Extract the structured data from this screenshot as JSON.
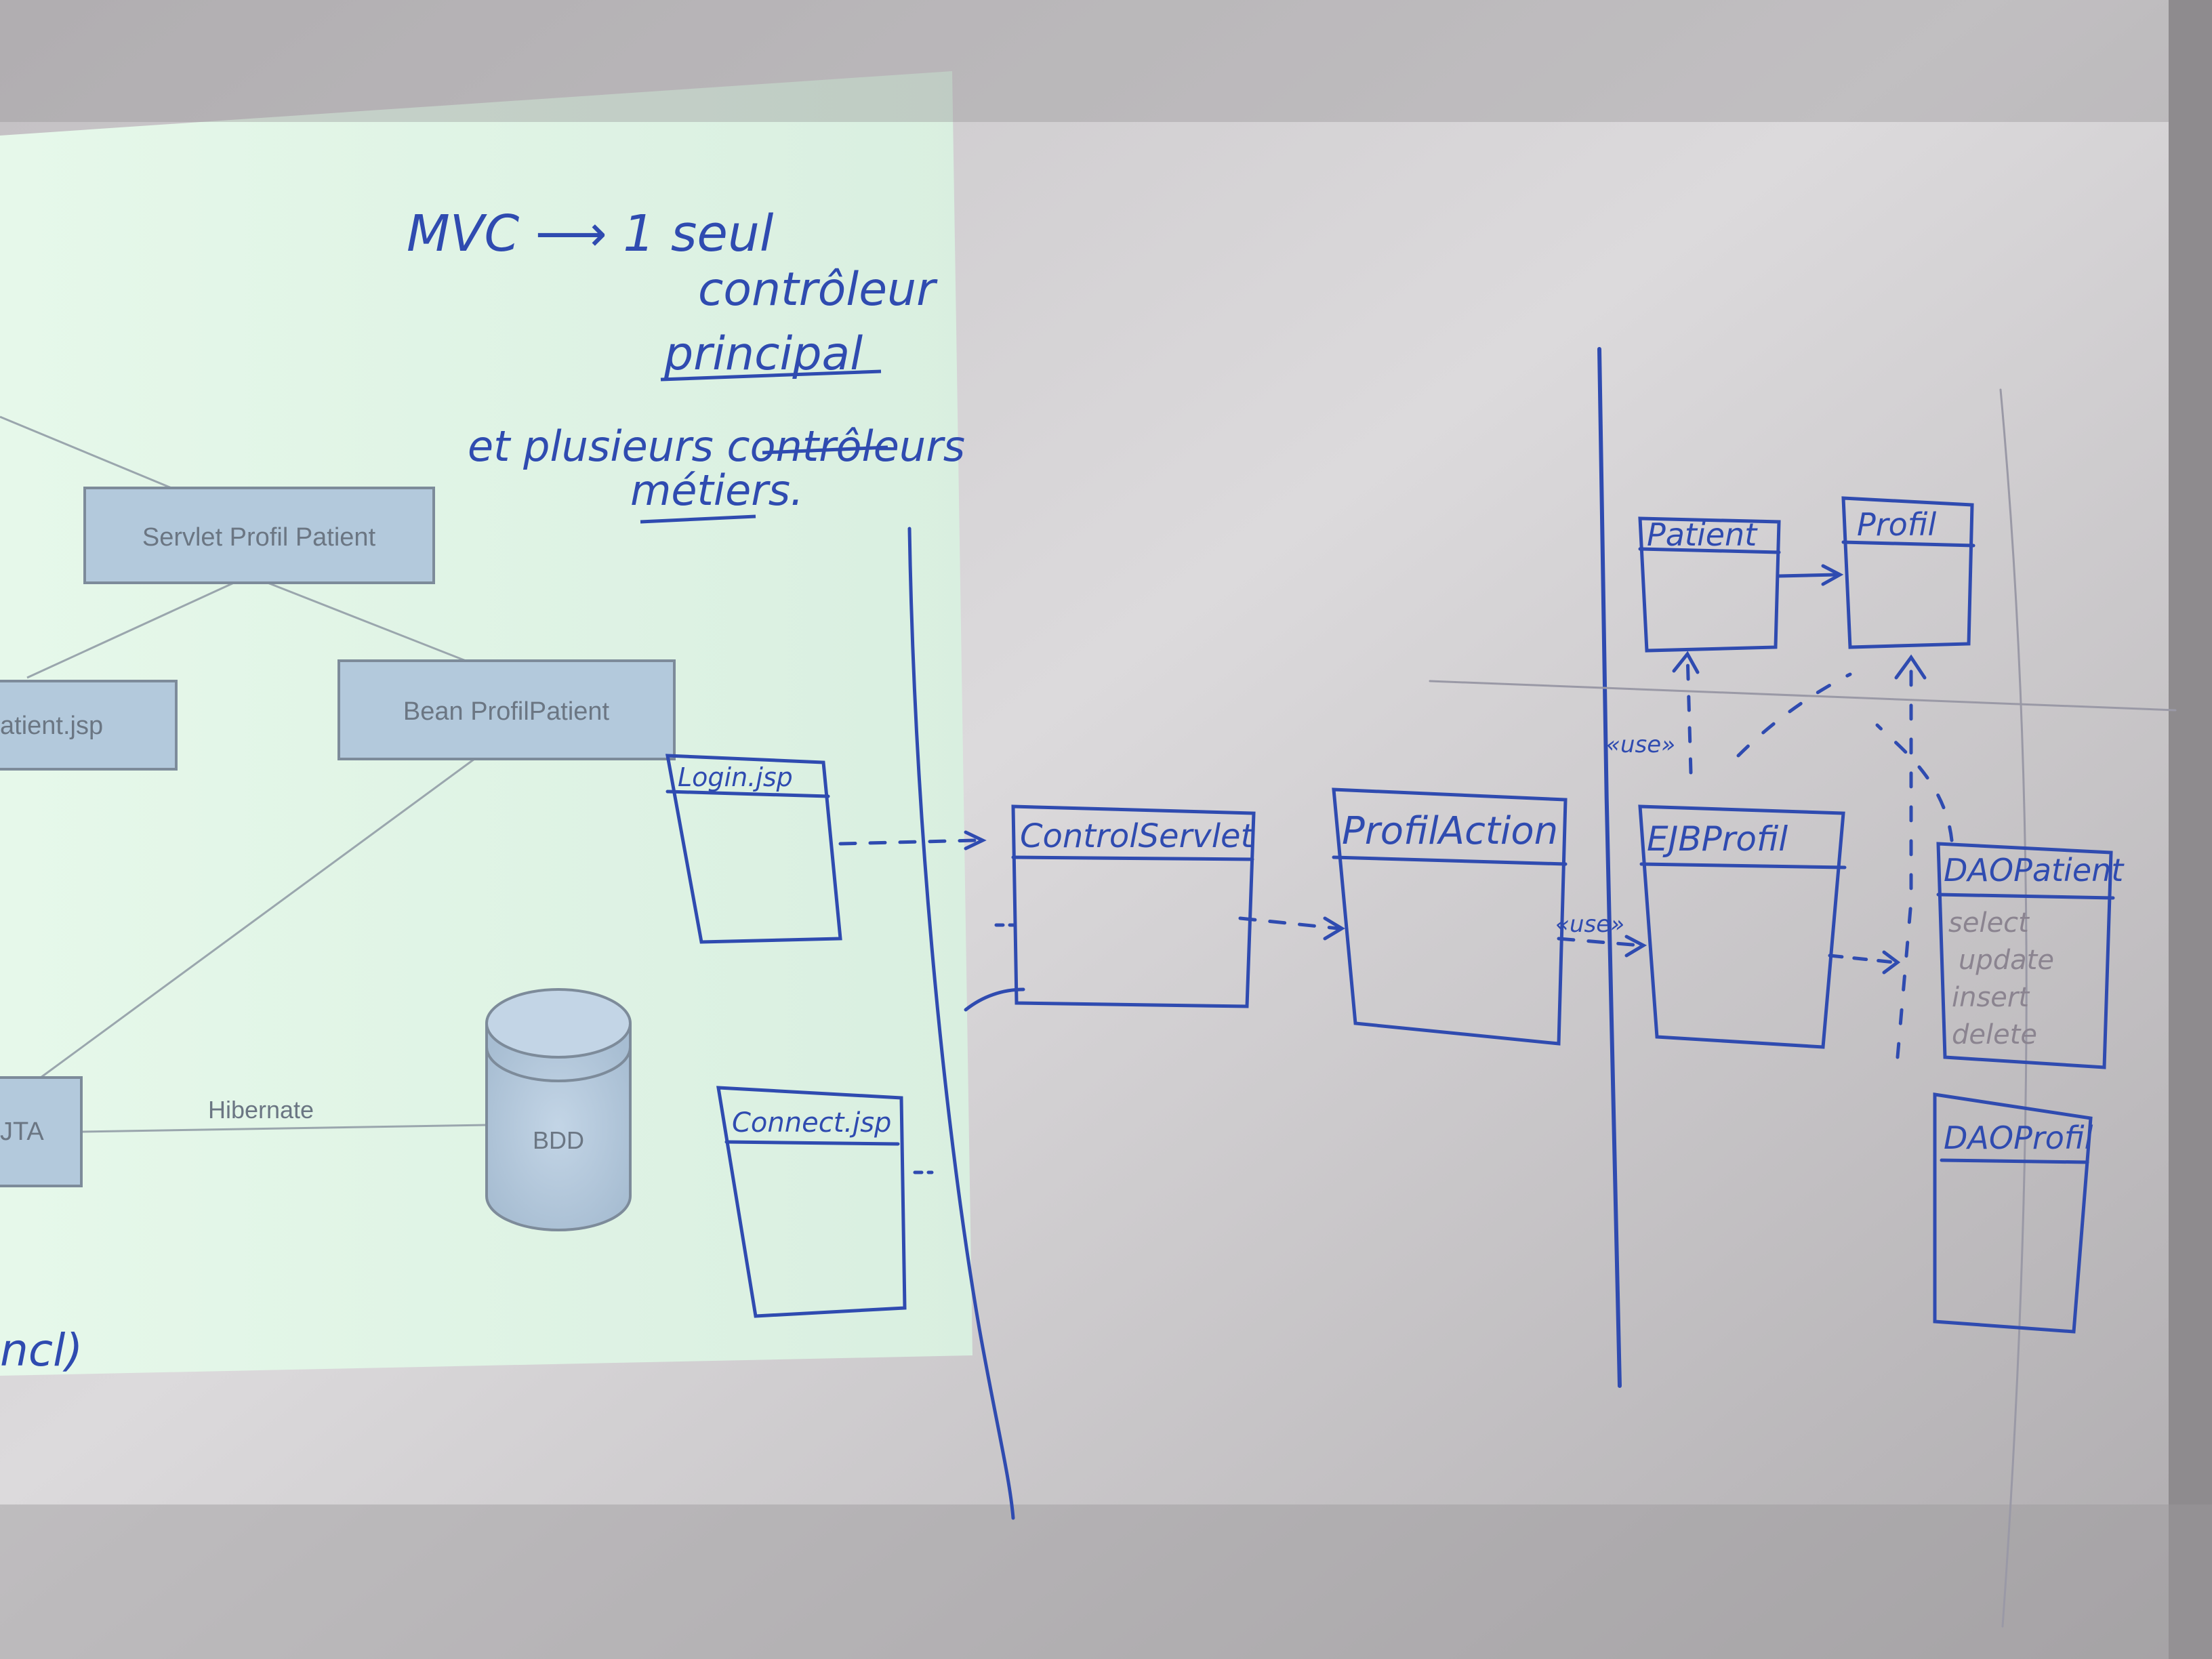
{
  "colors": {
    "board_light": "#dcdadc",
    "board_dark": "#a9a6a9",
    "projection": "#e3f6e8",
    "slide_box_fill": "#b3c9dc",
    "slide_box_stroke": "#7d8b9a",
    "marker_blue": "#2f4bb0"
  },
  "slide": {
    "boxes": {
      "servlet": "Servlet Profil Patient",
      "jsp": "atient.jsp",
      "bean": "Bean ProfilPatient",
      "jta": "JTA",
      "bdd": "BDD"
    },
    "hibernate_label": "Hibernate"
  },
  "handwriting": {
    "note_line1": "MVC ⟶ 1 seul",
    "note_line2": "contrôleur",
    "note_line3": "principal",
    "note_line4": "et plusieurs contrôleurs",
    "note_line5": "métiers.",
    "bottom_left": "ncl)",
    "login_jsp": "Login.jsp",
    "connect_jsp": "Connect.jsp",
    "controller_servlet": "ControlServlet",
    "profil_action": "ProfilAction",
    "ejb_profil": "EJBProfil",
    "dao_patient": "DAOPatient",
    "dao_profil": "DAOProfil",
    "patient_entity": "Patient",
    "profil_entity": "Profil",
    "use_label": "«use»",
    "sql_select": "select",
    "sql_update": "update",
    "sql_insert": "insert",
    "sql_delete": "delete"
  }
}
